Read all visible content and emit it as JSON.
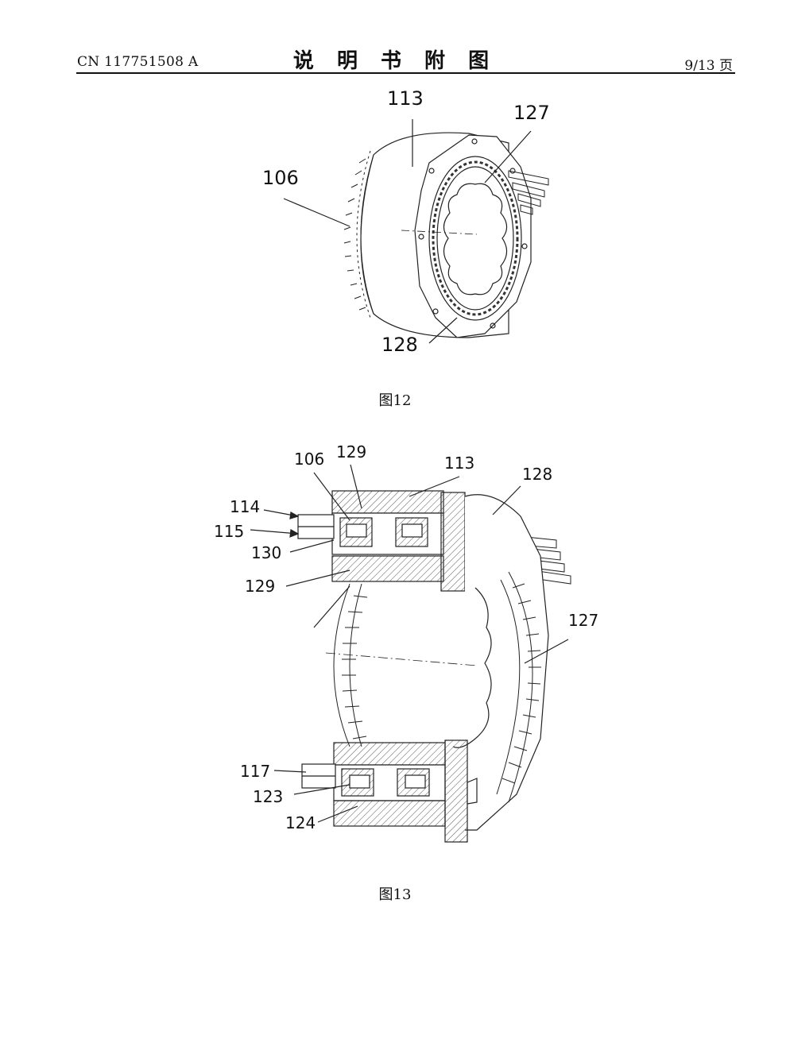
{
  "header": {
    "publication_number": "CN 117751508 A",
    "title": "说 明 书 附 图",
    "page": "9/13 页"
  },
  "figure12": {
    "caption": "图12",
    "labels": [
      "113",
      "127",
      "106",
      "128"
    ]
  },
  "figure13": {
    "caption": "图13",
    "labels": [
      "106",
      "129",
      "113",
      "128",
      "114",
      "115",
      "130",
      "129",
      "127",
      "117",
      "123",
      "124"
    ]
  }
}
